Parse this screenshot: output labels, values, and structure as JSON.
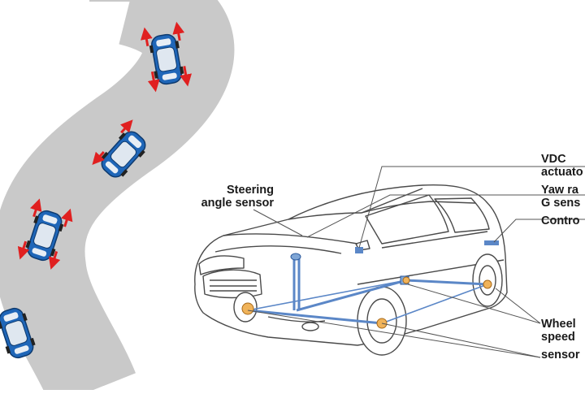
{
  "labels": {
    "steering": [
      "Steering",
      "angle sensor"
    ],
    "vdc": [
      "VDC",
      "actuato"
    ],
    "yaw": [
      "Yaw ra",
      "G sens"
    ],
    "control": "Contro",
    "wheel": [
      "Wheel",
      "speed",
      "sensor"
    ]
  },
  "colors": {
    "road": "#c9c9c9",
    "car_body": "#1f66b8",
    "car_roof": "#dfe7f0",
    "arrow": "#e02020",
    "sensor_line": "#5b87c7",
    "sensor_fill": "#7fa6d6",
    "outline": "#4a4a4a",
    "leader": "#555555"
  },
  "icons": [
    "car-top-view-icon",
    "sedan-outline-icon",
    "wheel-sensor-icon"
  ]
}
